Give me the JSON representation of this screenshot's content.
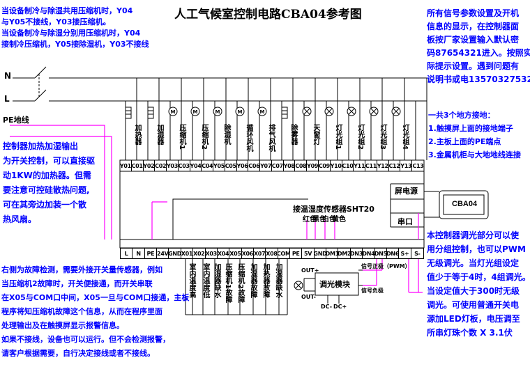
{
  "title": "人工气候室控制电路CBA04参考图",
  "notes": {
    "top_left": [
      "当设备制冷与除湿共用压缩机时，Y04",
      "与Y05不接线，Y03接压缩机。",
      "当设备制冷与除湿分别用压缩机时，Y04",
      "接制冷压缩机，Y05接除湿机，Y03不接线"
    ],
    "top_right": [
      "所有信号参数设置及开机",
      "信息的显示，在控制器面",
      "板按厂家设置输入默认密",
      "码87654321进入。按照实",
      "际提示设置。遇到问题有",
      "说明书或电13570327532"
    ],
    "ground": [
      "一共3个地方接地：",
      "1.触摸屏上面的接地端子",
      "2.主板上面的PE端点",
      "3.金属机柜与大地地线连接"
    ],
    "heater": [
      "控制器加热加湿输出",
      "为开关控制，可以直接驱",
      "动1KW的加热器。但需",
      "要注意可控硅散热问题,",
      "可在其旁边加装一个散",
      "热风扇。"
    ],
    "dimming": [
      "本控制器调光部分可以使",
      "用分组控制，也可以PWM",
      "无级调光。当灯光组设定",
      "值少于等于4时，4组调光。",
      "当设定值大于300时无级",
      "调光。可使用普通开关电",
      "源加LED灯板，电压调至",
      "所串灯珠个数 X 3.1伏"
    ],
    "fault": [
      "右侧为故障检测，需要外接开关量传感器，例如",
      "当压缩机2故障时，开关便接通，而开关串联",
      "在X05与COM口中间，X05一旦与COM口接通，主板",
      "程序将知压缩机故障这个信息，从而在程序里面",
      "处理输出及在触摸屏显示报警信息。",
      "如果不接线，设备也可以运行。但不会检测报警，",
      "请客户根据需要，自行决定接线或者不接线。"
    ]
  },
  "power": {
    "n": "N",
    "l": "L",
    "pe": "PE地线"
  },
  "top_terminals": [
    "Y01",
    "C01",
    "Y02",
    "C02",
    "Y03",
    "C03",
    "Y04",
    "C04",
    "Y05",
    "C05",
    "Y06",
    "C06",
    "Y07",
    "C07",
    "Y08",
    "C08",
    "Y09",
    "C09",
    "Y10",
    "C10",
    "Y11",
    "C11",
    "Y12",
    "C12",
    "Y13",
    "C13"
  ],
  "loads": [
    {
      "name": "加热器",
      "symbol": "resistor"
    },
    {
      "name": "加湿器",
      "symbol": "resistor"
    },
    {
      "name": "压缩机1",
      "symbol": "motor",
      "mark": "M"
    },
    {
      "name": "压缩机2",
      "symbol": "motor",
      "mark": "M"
    },
    {
      "name": "除湿机",
      "symbol": "motor",
      "mark": "M"
    },
    {
      "name": "循环风机",
      "symbol": "motor",
      "mark": "M"
    },
    {
      "name": "排气风机",
      "symbol": "motor",
      "mark": "M"
    },
    {
      "name": "除雾器",
      "symbol": "resistor"
    },
    {
      "name": "天窗灯",
      "symbol": "lamp"
    },
    {
      "name": "灯光组1",
      "symbol": "lamp"
    },
    {
      "name": "灯光组2",
      "symbol": "lamp"
    },
    {
      "name": "灯光组3",
      "symbol": "lamp"
    },
    {
      "name": "灯光组4",
      "symbol": "lamp"
    }
  ],
  "board": {
    "screen_power": "屏电源",
    "sensor": "接温湿度传感器SHT20",
    "sensor_wires": [
      "红色",
      "黑色",
      "白色",
      "黄色"
    ],
    "serial": "串口"
  },
  "display": "CBA04",
  "bottom_terminals": [
    "L",
    "N",
    "PE",
    "24V",
    "GND",
    "X01",
    "X02",
    "X03",
    "X04",
    "X05",
    "X06",
    "X07",
    "X08",
    "COM",
    "PE",
    "5V",
    "GND",
    "DM1",
    "DM2",
    "DN3",
    "DN4",
    "DN5",
    "DN6",
    "S+",
    "S-"
  ],
  "inputs": [
    "室内温度高",
    "室内温度低",
    "加湿器缺水",
    "压缩机1故障",
    "压缩机2故障",
    "加湿器故障",
    "加热器故障",
    "加湿器缺水"
  ],
  "dimmer": {
    "module": "调光模块",
    "out_plus": "OUT+",
    "out_minus": "OUT-",
    "dc_plus": "DC+",
    "dc_minus": "DC-",
    "signal_plus": "信号正极（PWM）",
    "signal_minus": "信号负极"
  }
}
